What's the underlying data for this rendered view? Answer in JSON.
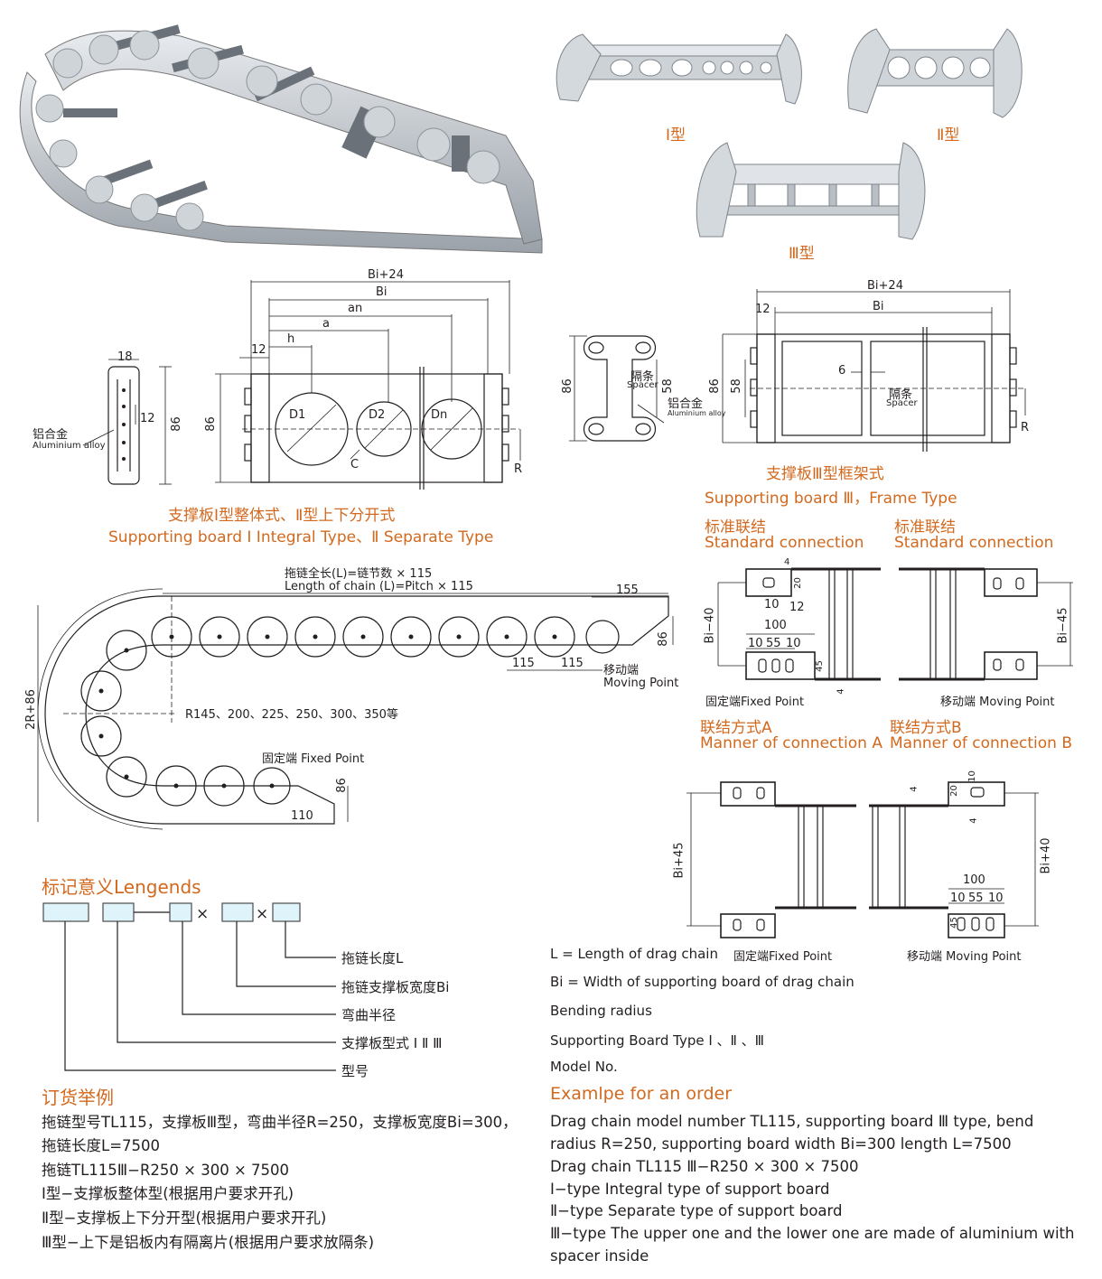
{
  "photos": {
    "type1_label": "Ⅰ型",
    "type2_label": "Ⅱ型",
    "type3_label": "Ⅲ型"
  },
  "dim_top": {
    "bi24": "Bi+24",
    "bi": "Bi",
    "an": "an",
    "a": "a",
    "h": "h",
    "d1": "D1",
    "d2": "D2",
    "dn": "Dn",
    "c": "C",
    "r": "R",
    "v12": "12",
    "v18": "18",
    "v86": "86",
    "v12b": "12",
    "v86b": "86",
    "alloy_cn": "铝合金",
    "alloy_en": "Aluminium alloy",
    "caption_cn": "支撑板Ⅰ型整体式、Ⅱ型上下分开式",
    "caption_en": "Supporting board Ⅰ Integral Type、Ⅱ Separate Type"
  },
  "dim_frame": {
    "bi24": "Bi+24",
    "bi": "Bi",
    "v12": "12",
    "v6": "6",
    "v58": "58",
    "v86": "86",
    "v86b": "86",
    "v58b": "58",
    "r": "R",
    "spacer_cn": "隔条",
    "spacer_en": "Spacer",
    "spacer_cn2": "隔条",
    "spacer_en2": "Spacer",
    "alloy_cn": "铝合金",
    "alloy_en": "Aluminium alloy",
    "caption_cn": "支撑板Ⅲ型框架式",
    "caption_en": "Supporting board Ⅲ，Frame Type"
  },
  "chain": {
    "length_cn": "拖链全长(L)=链节数 × 115",
    "length_en": "Length of chain (L)=Pitch × 115",
    "v155": "155",
    "v86": "86",
    "v115a": "115",
    "v115b": "115",
    "moving_cn": "移动端",
    "moving_en": "Moving Point",
    "radius": "R145、200、225、250、300、350等",
    "two_r": "2R+86",
    "fixed": "固定端 Fixed Point",
    "v86b": "86",
    "v110": "110"
  },
  "conn_a": {
    "std_cn_l": "标准联结",
    "std_en_l": "Standard connection",
    "std_cn_r": "标准联结",
    "std_en_r": "Standard connection",
    "v4": "4",
    "v20": "20",
    "v10": "10",
    "v12": "12",
    "v100": "100",
    "v10b": "10",
    "v55": "55",
    "v10c": "10",
    "v45": "45",
    "v4b": "4",
    "bi40": "Bi−40",
    "bi45": "Bi−45",
    "fixed": "固定端Fixed Point",
    "moving": "移动端 Moving Point",
    "manner_a_cn": "联结方式A",
    "manner_a_en": "Manner of connection A",
    "manner_b_cn": "联结方式B",
    "manner_b_en": "Manner of connection B"
  },
  "conn_b": {
    "bi45": "Bi+45",
    "bi40": "Bi+40",
    "v10": "10",
    "v4": "4",
    "v20": "20",
    "v4b": "4",
    "v100": "100",
    "v10b": "10",
    "v55": "55",
    "v10c": "10",
    "v45": "45",
    "fixed": "固定端Fixed Point",
    "moving": "移动端 Moving Point"
  },
  "legend": {
    "title": "标记意义Lengends",
    "l1": "拖链长度L",
    "l2": "拖链支撑板宽度Bi",
    "l3": "弯曲半径",
    "l4": "支撑板型式 Ⅰ Ⅱ Ⅲ",
    "l5": "型号",
    "e1": "L = Length of drag chain",
    "e2": "Bi = Width of supporting board of drag chain",
    "e3": "Bending radius",
    "e4": "Supporting Board Type Ⅰ 、Ⅱ 、Ⅲ",
    "e5": "Model No."
  },
  "order_cn": {
    "title": "订货举例",
    "p1": "拖链型号TL115，支撑板Ⅲ型，弯曲半径R=250，支撑板宽度Bi=300，",
    "p2": "拖链长度L=7500",
    "p3": "拖链TL115Ⅲ−R250 × 300 × 7500",
    "p4": "Ⅰ型−支撑板整体型(根据用户要求开孔)",
    "p5": "Ⅱ型−支撑板上下分开型(根据用户要求开孔)",
    "p6": "Ⅲ型−上下是铝板内有隔离片(根据用户要求放隔条)"
  },
  "order_en": {
    "title": "Examlpe for an order",
    "p1": "Drag chain model number TL115, supporting board Ⅲ type, bend",
    "p2": "radius R=250, supporting board width Bi=300 length L=7500",
    "p3": "Drag chain TL115 Ⅲ−R250 × 300 × 7500",
    "p4": "Ⅰ−type Integral type of support board",
    "p5": "Ⅱ−type Separate type of support board",
    "p6": "Ⅲ−type The upper one and the lower one are made of aluminium with",
    "p7": "spacer inside"
  }
}
